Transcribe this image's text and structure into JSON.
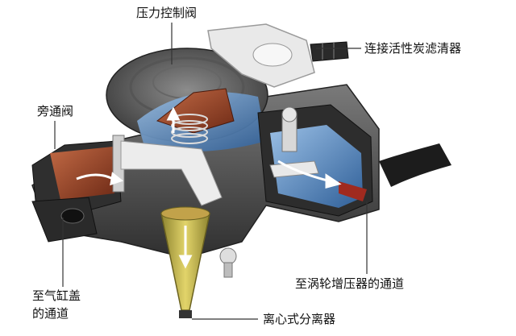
{
  "labels": {
    "pressure_valve": "压力控制阀",
    "carbon_filter": "连接活性炭滤清器",
    "bypass_valve": "旁通阀",
    "cylinder_head_line1": "至气缸盖",
    "cylinder_head_line2": "的通道",
    "turbo_channel": "至涡轮增压器的通道",
    "centrifugal_separator": "离心式分离器"
  },
  "colors": {
    "housing_dark": "#3a3a3a",
    "housing_mid": "#6b6b6b",
    "housing_light": "#b5b5b5",
    "white_part": "#eeeeee",
    "blue_cavity": "#4a7fb8",
    "copper_valve": "#8a3a22",
    "separator_yellow": "#c9b84a",
    "leader_line": "#333333",
    "flow_arrow": "#ffffff"
  }
}
